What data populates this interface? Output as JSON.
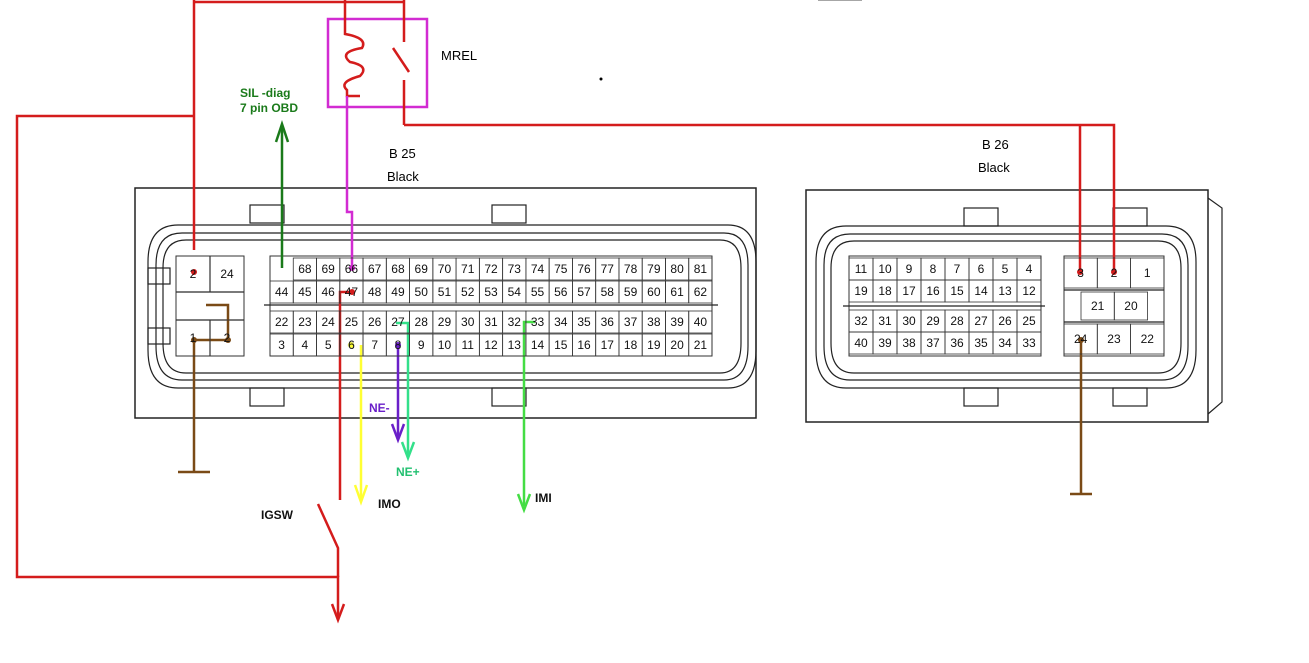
{
  "labels": {
    "mrel": "MREL",
    "sil_diag_line1": "SIL -diag",
    "sil_diag_line2": "7 pin OBD",
    "b25_name": "B 25",
    "b25_color": "Black",
    "b26_name": "B 26",
    "b26_color": "Black",
    "igsw": "IGSW",
    "imo": "IMO",
    "imi": "IMI",
    "ne_minus": "NE-",
    "ne_plus": "NE+"
  },
  "colors": {
    "power": "#d41c1c",
    "relay": "#d22bd2",
    "diag": "#1a7a1a",
    "ground": "#7a4a16",
    "imo": "#ffff33",
    "ne_minus": "#6a1fc9",
    "ne_plus": "#33e08a",
    "imi": "#44dd44"
  },
  "b25": {
    "left_block": [
      "2",
      "24",
      "1",
      "2"
    ],
    "rows": [
      [
        "68",
        "69",
        "66",
        "67",
        "68",
        "69",
        "70",
        "71",
        "72",
        "73",
        "74",
        "75",
        "76",
        "77",
        "78",
        "79",
        "80",
        "81"
      ],
      [
        "44",
        "45",
        "46",
        "47",
        "48",
        "49",
        "50",
        "51",
        "52",
        "53",
        "54",
        "55",
        "56",
        "57",
        "58",
        "59",
        "60",
        "61",
        "62"
      ],
      [
        "22",
        "23",
        "24",
        "25",
        "26",
        "27",
        "28",
        "29",
        "30",
        "31",
        "32",
        "33",
        "34",
        "35",
        "36",
        "37",
        "38",
        "39",
        "40"
      ],
      [
        "3",
        "4",
        "5",
        "6",
        "7",
        "8",
        "9",
        "10",
        "11",
        "12",
        "13",
        "14",
        "15",
        "16",
        "17",
        "18",
        "19",
        "20",
        "21"
      ]
    ]
  },
  "b26": {
    "rows": [
      [
        "11",
        "10",
        "9",
        "8",
        "7",
        "6",
        "5",
        "4"
      ],
      [
        "19",
        "18",
        "17",
        "16",
        "15",
        "14",
        "13",
        "12"
      ],
      [
        "32",
        "31",
        "30",
        "29",
        "28",
        "27",
        "26",
        "25"
      ],
      [
        "40",
        "39",
        "38",
        "37",
        "36",
        "35",
        "34",
        "33"
      ]
    ],
    "right_top": [
      "3",
      "2",
      "1"
    ],
    "right_mid": [
      "21",
      "20"
    ],
    "right_bot": [
      "24",
      "23",
      "22"
    ]
  }
}
